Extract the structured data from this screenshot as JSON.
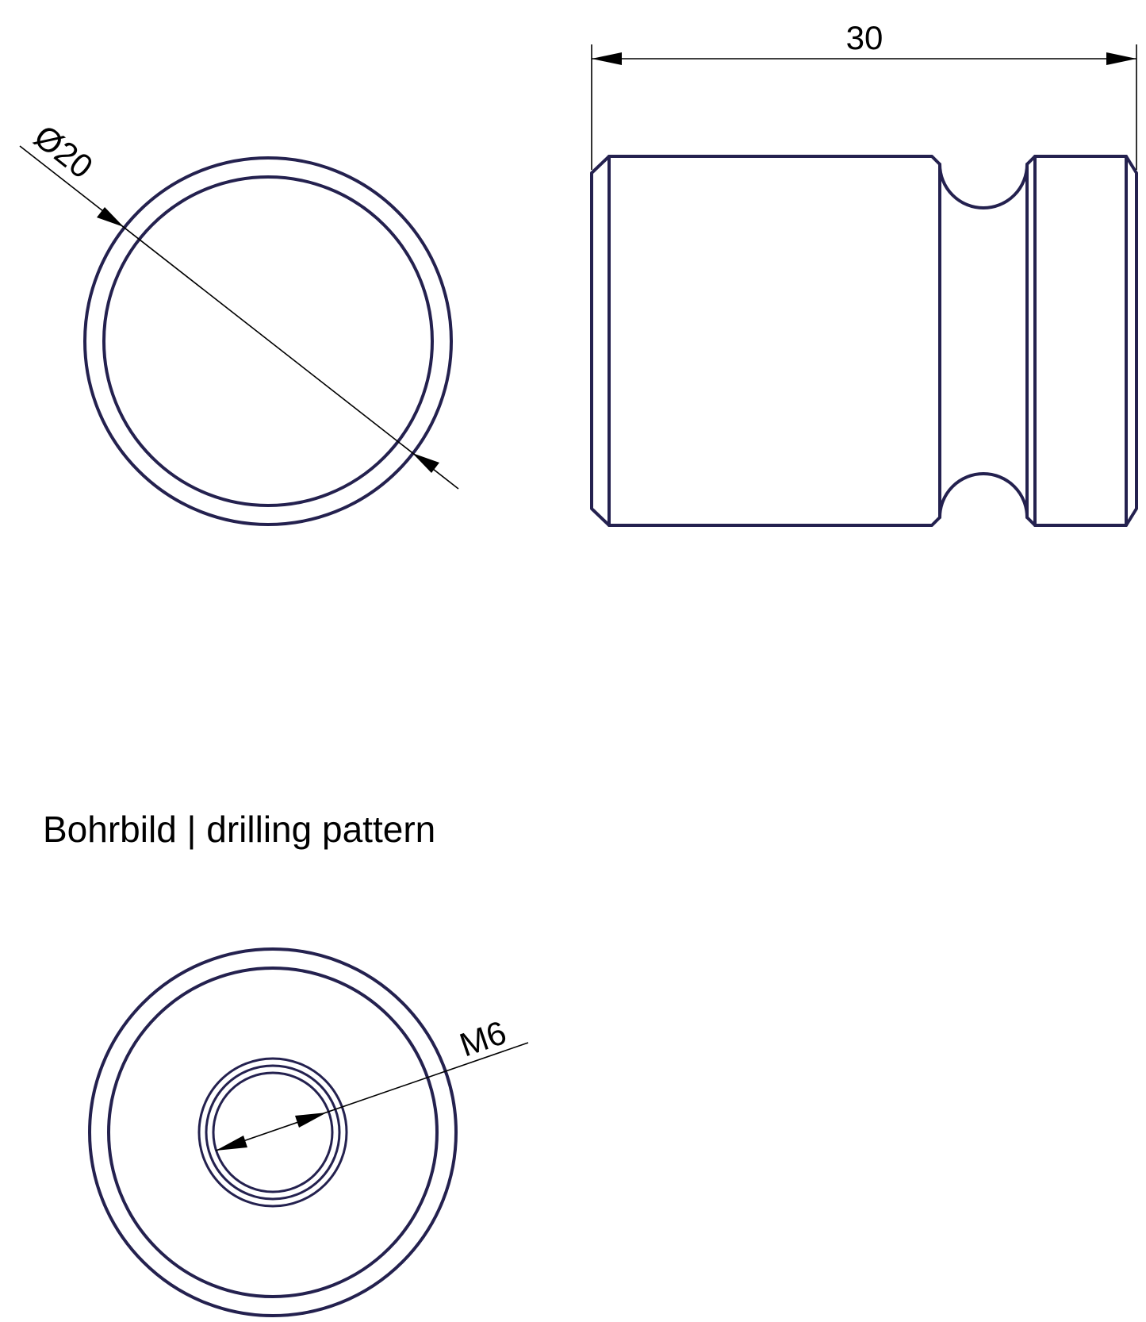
{
  "drawing": {
    "views": {
      "front_view": {
        "diameter_label": "Ø20"
      },
      "side_view": {
        "length_label": "30"
      },
      "drilling_pattern": {
        "caption": "Bohrbild | drilling pattern",
        "thread_label": "M6"
      }
    },
    "colors": {
      "outline": "#24214f",
      "dimension": "#000000",
      "background": "#ffffff"
    }
  }
}
